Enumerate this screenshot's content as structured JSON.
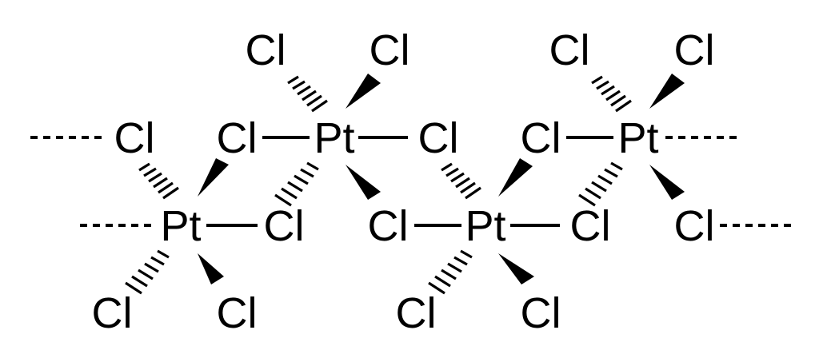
{
  "structure": {
    "atoms": {
      "cl1": "Cl",
      "cl2": "Cl",
      "cl3": "Cl",
      "cl4": "Cl",
      "cl5": "Cl",
      "cl6": "Cl",
      "cl7": "Cl",
      "cl8": "Cl",
      "cl9": "Cl",
      "cl10": "Cl",
      "cl11": "Cl",
      "cl12": "Cl",
      "cl13": "Cl",
      "cl14": "Cl",
      "cl15": "Cl",
      "cl16": "Cl",
      "pt1": "Pt",
      "pt2": "Pt",
      "pt3": "Pt",
      "pt4": "Pt"
    },
    "colors": {
      "ink": "#000000",
      "background": "#ffffff"
    }
  }
}
